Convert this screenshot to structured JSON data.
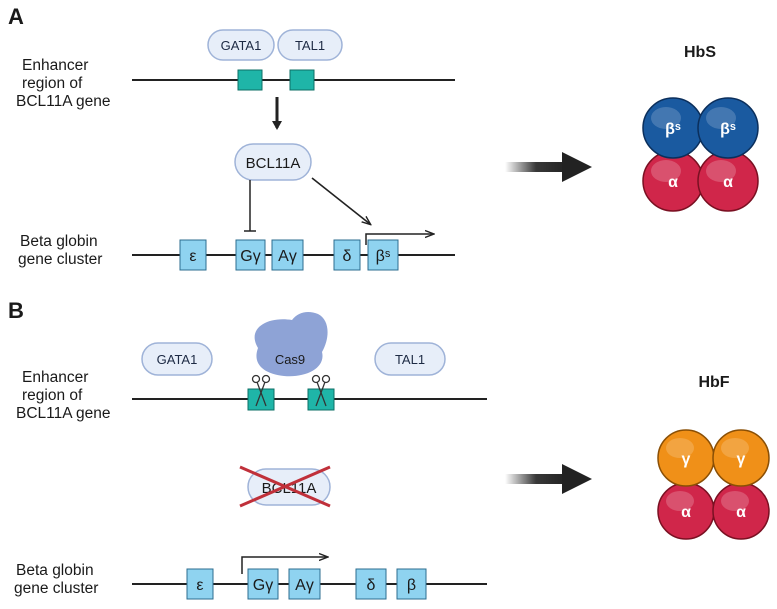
{
  "panel_a": {
    "letter": "A",
    "enhancer_label": [
      "Enhancer",
      "region of",
      "BCL11A gene"
    ],
    "cluster_label": [
      "Beta globin",
      "gene cluster"
    ],
    "factors": [
      "GATA1",
      "TAL1"
    ],
    "repressor": "BCL11A",
    "genes": [
      "ε",
      "Gγ",
      "Aγ",
      "δ",
      "βˢ"
    ],
    "product_title": "HbS",
    "subunits_top": "βˢ",
    "subunits_bottom": "α"
  },
  "panel_b": {
    "letter": "B",
    "enhancer_label": [
      "Enhancer",
      "region of",
      "BCL11A gene"
    ],
    "cluster_label": [
      "Beta globin",
      "gene cluster"
    ],
    "factors": [
      "GATA1",
      "TAL1"
    ],
    "nuclease": "Cas9",
    "knocked_out": "BCL11A",
    "genes": [
      "ε",
      "Gγ",
      "Aγ",
      "δ",
      "β"
    ],
    "product_title": "HbF",
    "subunits_top": "γ",
    "subunits_bottom": "α"
  },
  "colors": {
    "gene_box": "#8fd3f0",
    "enhancer_box": "#1fb5a8",
    "pill_fill": "#e7eef9",
    "pill_stroke": "#9fb3d8",
    "cas9": "#8ea3d6",
    "beta_s": "#1a5aa0",
    "alpha": "#d0264a",
    "gamma": "#f09018",
    "cross": "#c0303a"
  }
}
